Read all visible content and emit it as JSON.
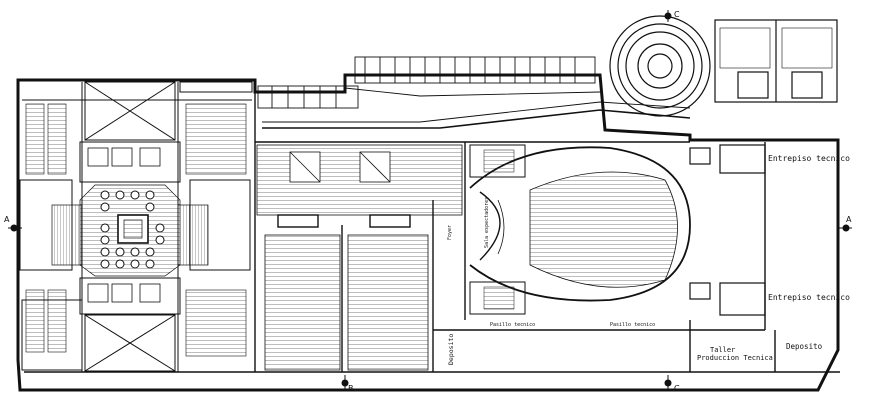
{
  "labels": {
    "entrepiso_top": "Entrepiso tecnico",
    "entrepiso_bottom": "Entrepiso tecnico",
    "deposito_left": "Deposito",
    "deposito_right": "Deposito",
    "taller_line1": "Taller",
    "taller_line2": "Produccion Tecnica",
    "pasillo_left": "Pasillo tecnico",
    "pasillo_right": "Pasillo tecnico",
    "foyer": "Foyer",
    "sala": "Sala espectadores"
  },
  "section_marks": {
    "a_left": "A",
    "a_right": "A",
    "b_bottom": "B",
    "c_top": "C",
    "c_bottom": "C"
  },
  "colors": {
    "line": "#111111",
    "background": "#ffffff"
  }
}
